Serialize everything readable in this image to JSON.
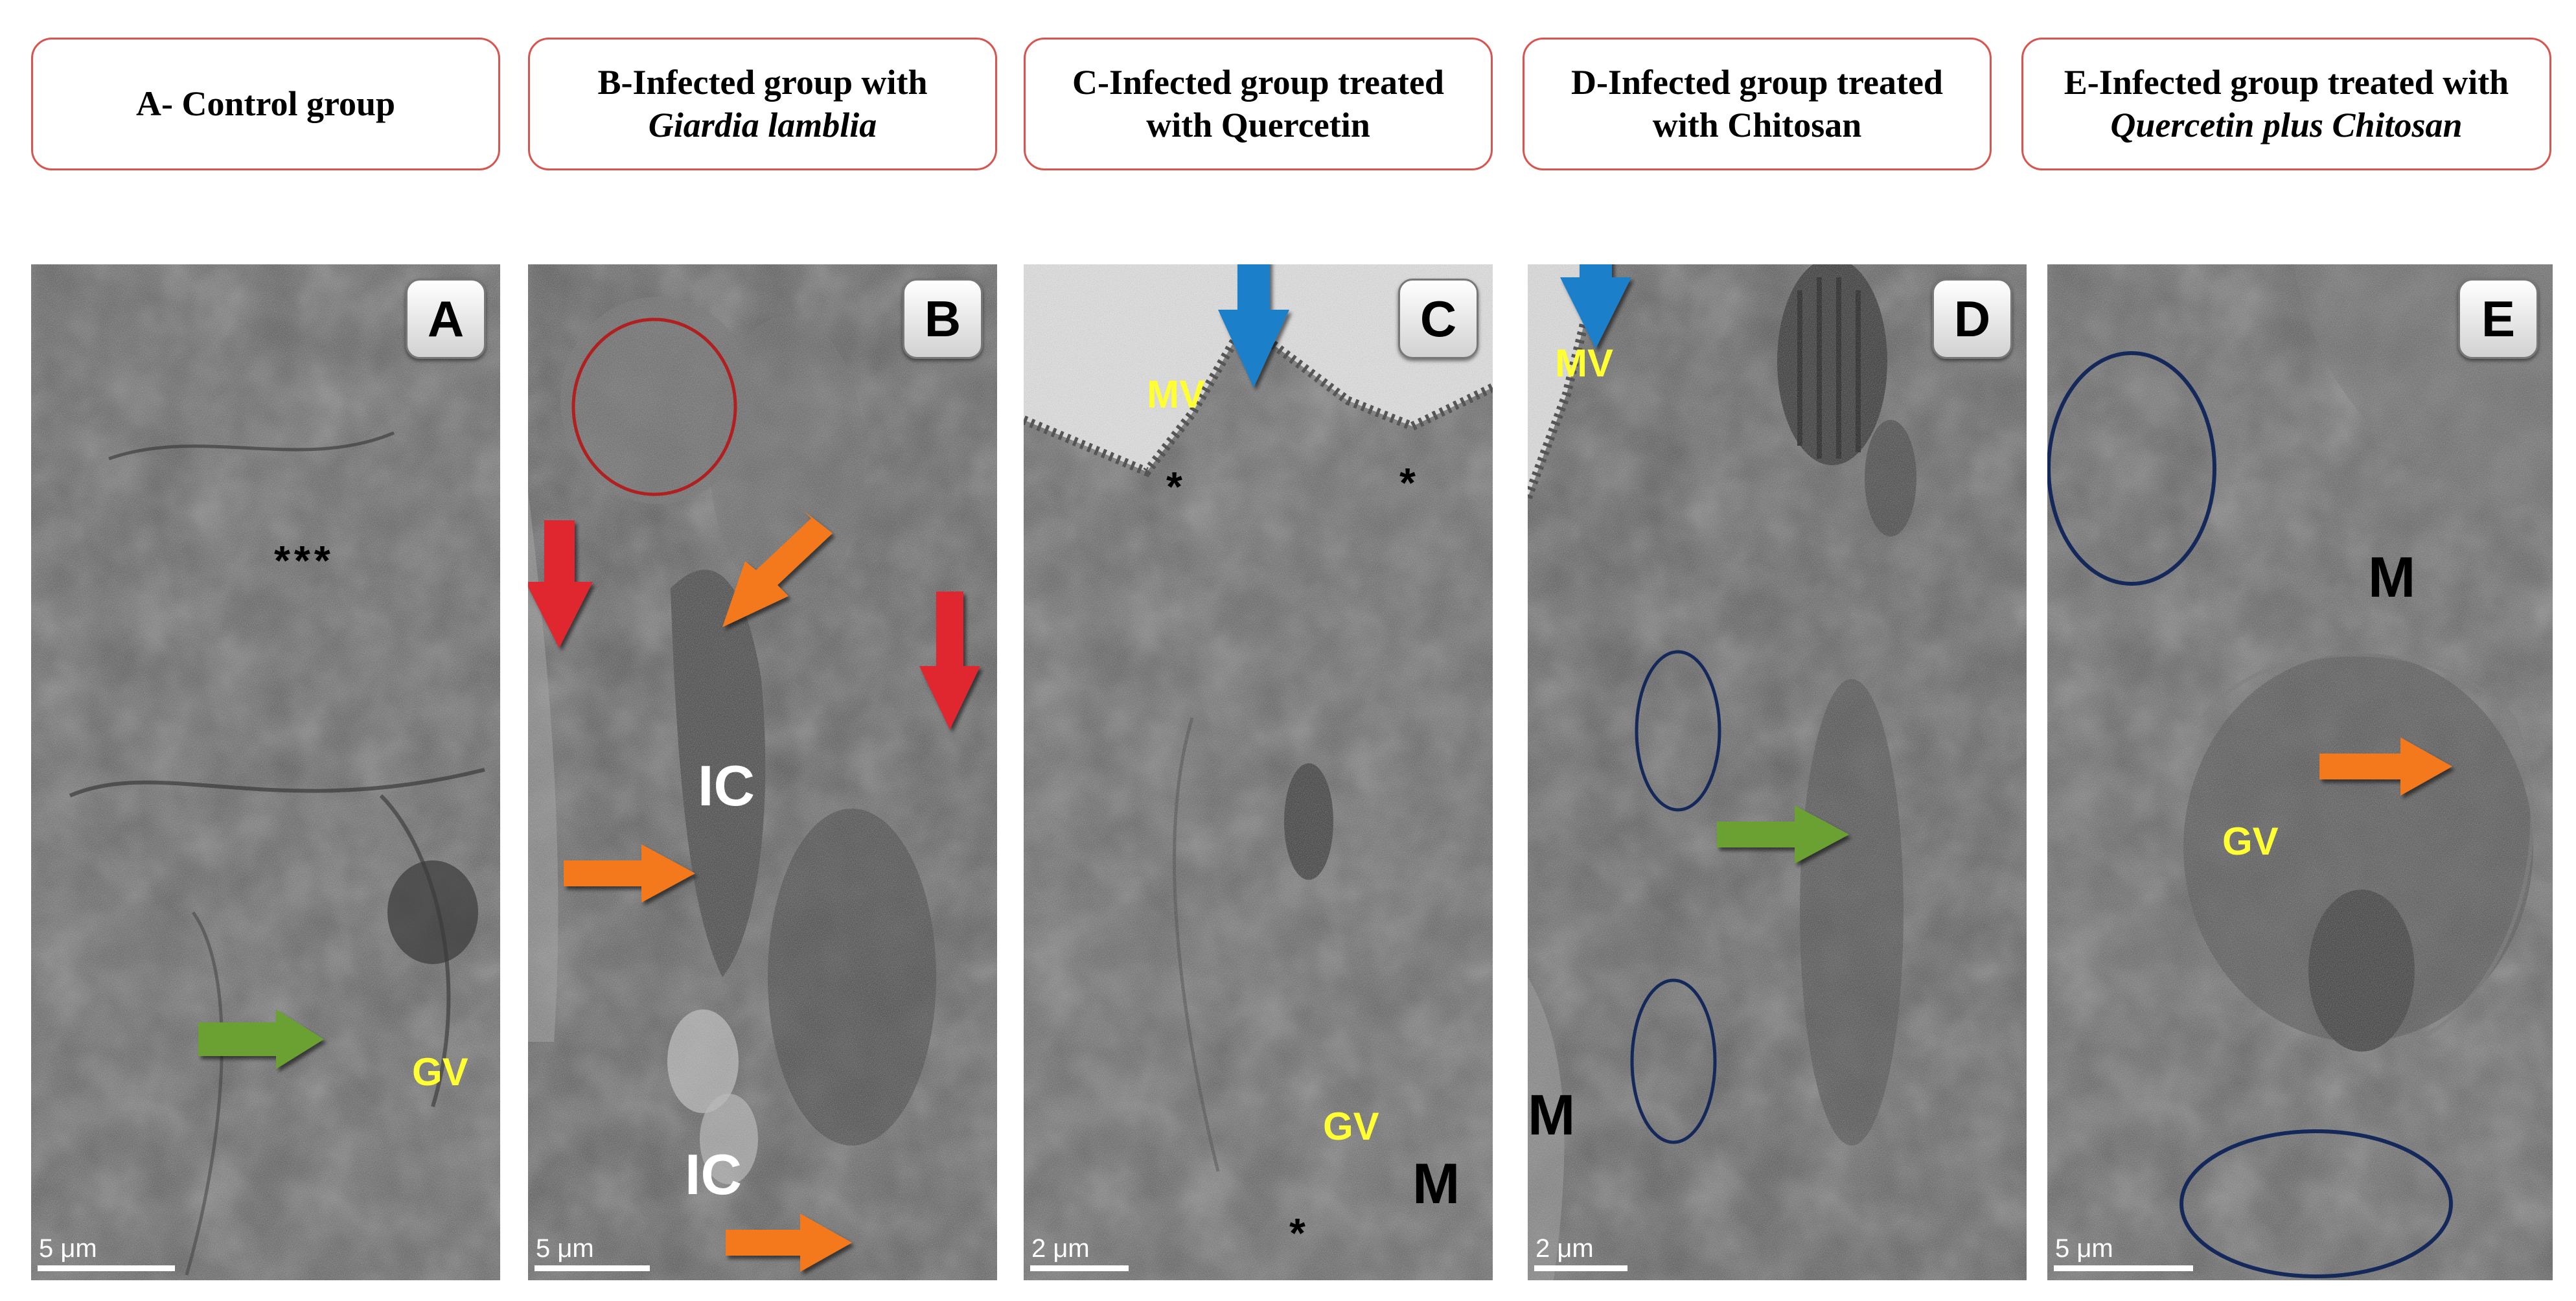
{
  "headers": {
    "a": {
      "line1": "A- Control group"
    },
    "b": {
      "line1": "B-Infected group with",
      "line2": "Giardia lamblia"
    },
    "c": {
      "line1": "C-Infected group treated",
      "line2": "with  Quercetin"
    },
    "d": {
      "line1": "D-Infected group treated",
      "line2": "with Chitosan"
    },
    "e": {
      "line1": "E-Infected group treated with",
      "line2": "Quercetin plus Chitosan"
    }
  },
  "panels": {
    "a": {
      "badge": "A",
      "scale": "5 μm",
      "gv": "GV",
      "asterisks": "***"
    },
    "b": {
      "badge": "B",
      "scale": "5 μm",
      "ic1": "IC",
      "ic2": "IC"
    },
    "c": {
      "badge": "C",
      "scale": "2 μm",
      "mv": "MV",
      "gv": "GV",
      "m": "M",
      "ast1": "*",
      "ast2": "*",
      "ast3": "*"
    },
    "d": {
      "badge": "D",
      "scale": "2 μm",
      "mv": "MV",
      "m": "M"
    },
    "e": {
      "badge": "E",
      "scale": "5 μm",
      "gv": "GV",
      "m": "M"
    }
  },
  "colors": {
    "header_border": "#d9534f",
    "label_yellow": "#ffff33",
    "arrow_green": "#6aa132",
    "arrow_orange": "#f4791f",
    "arrow_red": "#e0282e",
    "arrow_blue": "#1f7fc9",
    "circle_red": "#b02020",
    "circle_navy": "#14285a"
  }
}
